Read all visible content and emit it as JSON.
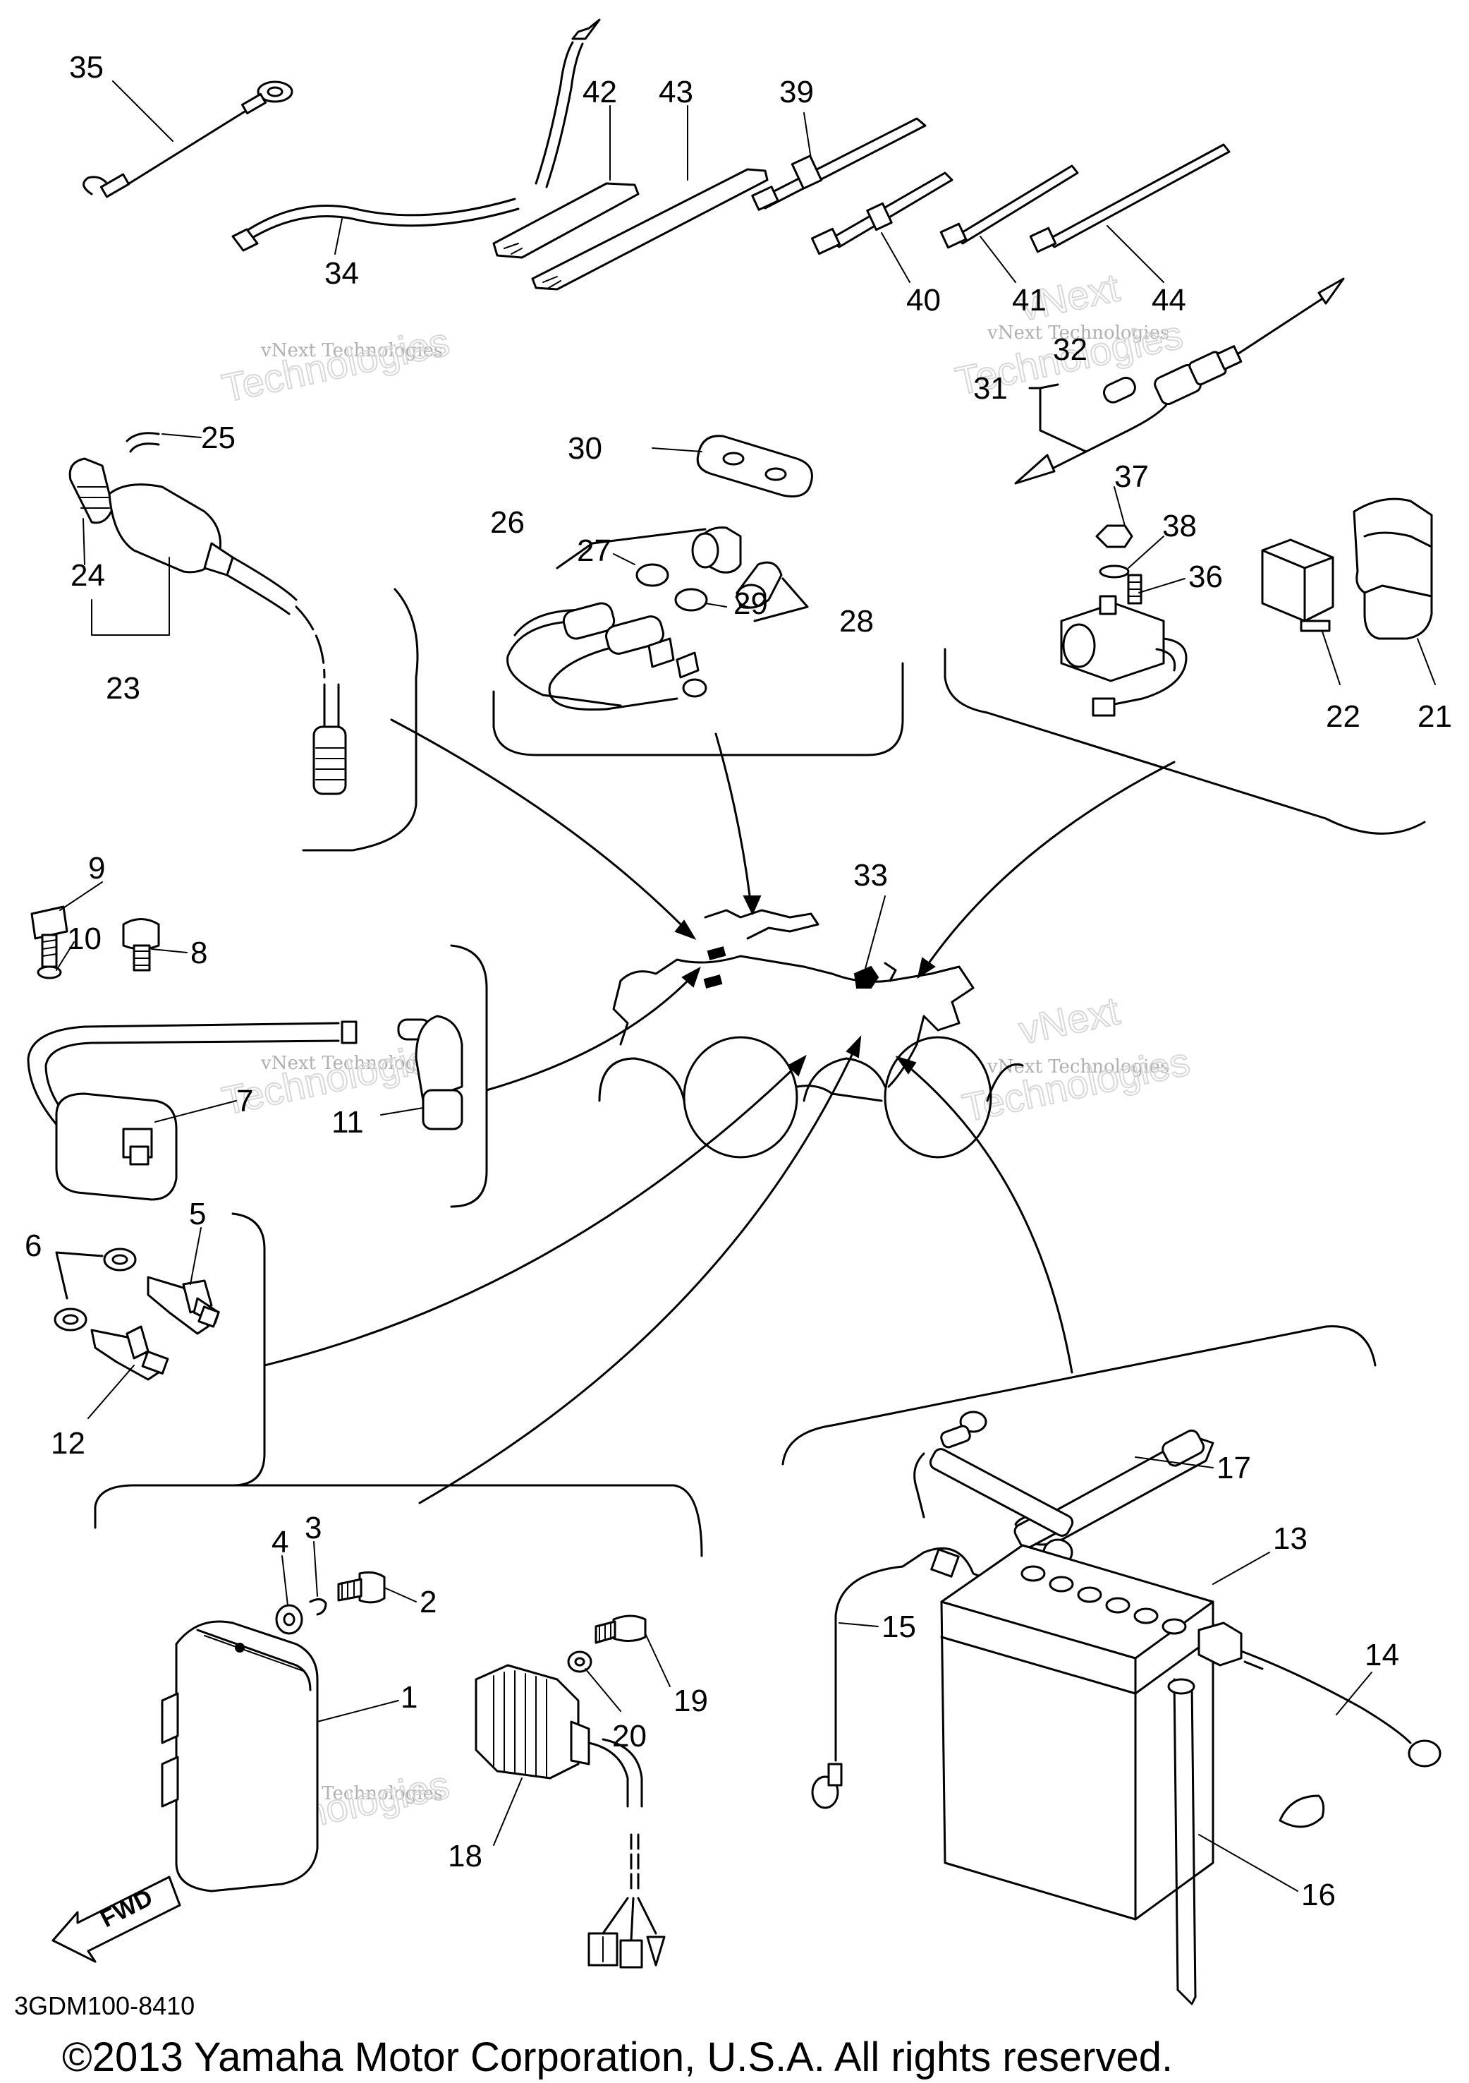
{
  "diagram": {
    "drawing_code": "3GDM100-8410",
    "copyright": "©2013 Yamaha Motor Corporation, U.S.A. All rights reserved.",
    "fwd_label": "FWD",
    "watermark_small": "vNext Technologies",
    "watermark_large": "Technologies",
    "watermark_top": "vNext",
    "callouts": [
      "1",
      "2",
      "3",
      "4",
      "5",
      "6",
      "7",
      "8",
      "9",
      "10",
      "11",
      "12",
      "13",
      "14",
      "15",
      "16",
      "17",
      "18",
      "19",
      "20",
      "21",
      "22",
      "23",
      "24",
      "25",
      "26",
      "27",
      "28",
      "29",
      "30",
      "31",
      "32",
      "33",
      "34",
      "35",
      "36",
      "37",
      "38",
      "39",
      "40",
      "41",
      "42",
      "43",
      "44"
    ]
  }
}
